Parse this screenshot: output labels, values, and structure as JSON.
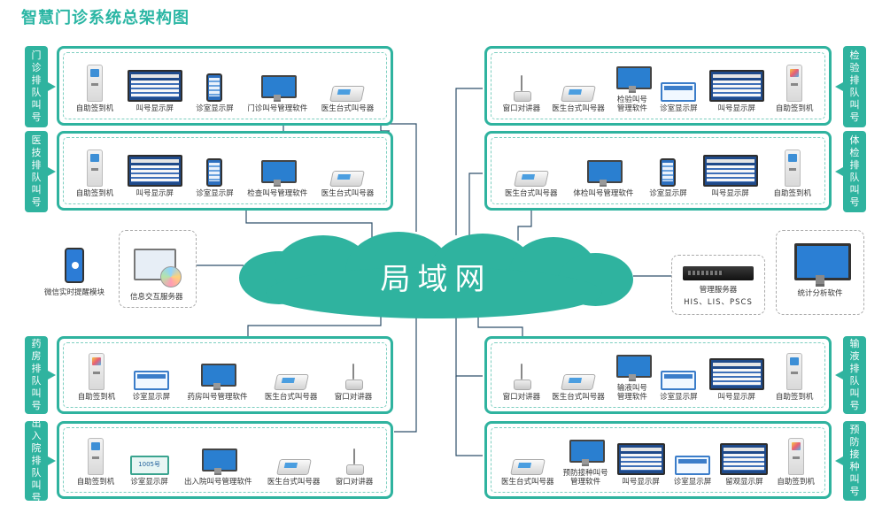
{
  "title": "智慧门诊系统总架构图",
  "center": "局域网",
  "groups": {
    "lg1": {
      "tag": [
        "门",
        "诊",
        "排",
        "队",
        "叫",
        "号"
      ],
      "devices": [
        "自助签到机",
        "叫号显示屏",
        "诊室显示屏",
        "门诊叫号管理软件",
        "医生台式叫号器"
      ]
    },
    "lg2": {
      "tag": [
        "医",
        "技",
        "排",
        "队",
        "叫",
        "号"
      ],
      "devices": [
        "自助签到机",
        "叫号显示屏",
        "诊室显示屏",
        "检查叫号管理软件",
        "医生台式叫号器"
      ]
    },
    "lg3": {
      "tag": [
        "药",
        "房",
        "排",
        "队",
        "叫",
        "号"
      ],
      "devices": [
        "自助签到机",
        "诊室显示屏",
        "药房叫号管理软件",
        "医生台式叫号器",
        "窗口对讲器"
      ]
    },
    "lg4": {
      "tag": [
        "出",
        "入",
        "院",
        "排",
        "队",
        "叫",
        "号"
      ],
      "devices": [
        "自助签到机",
        "诊室显示屏",
        "出入院叫号管理软件",
        "医生台式叫号器",
        "窗口对讲器"
      ],
      "num_display": "1005号"
    },
    "rg1": {
      "tag": [
        "检",
        "验",
        "排",
        "队",
        "叫",
        "号"
      ],
      "devices": [
        "窗口对讲器",
        "医生台式叫号器",
        "检验叫号\n管理软件",
        "诊室显示屏",
        "叫号显示屏",
        "自助签到机"
      ]
    },
    "rg2": {
      "tag": [
        "体",
        "检",
        "排",
        "队",
        "叫",
        "号"
      ],
      "devices": [
        "医生台式叫号器",
        "体检叫号管理软件",
        "诊室显示屏",
        "叫号显示屏",
        "自助签到机"
      ]
    },
    "rg3": {
      "tag": [
        "输",
        "液",
        "排",
        "队",
        "叫",
        "号"
      ],
      "devices": [
        "窗口对讲器",
        "医生台式叫号器",
        "输液叫号\n管理软件",
        "诊室显示屏",
        "叫号显示屏",
        "自助签到机"
      ]
    },
    "rg4": {
      "tag": [
        "预",
        "防",
        "接",
        "种",
        "叫",
        "号"
      ],
      "devices": [
        "医生台式叫号器",
        "预防接种叫号\n管理软件",
        "叫号显示屏",
        "诊室显示屏",
        "留观显示屏",
        "自助签到机"
      ]
    }
  },
  "side": {
    "wechat": "微信实时提醒模块",
    "info_server": "信息交互服务器",
    "mgmt_server": "管理服务器",
    "mgmt_server_sub": "HIS、LIS、PSCS",
    "stats": "统计分析软件"
  }
}
